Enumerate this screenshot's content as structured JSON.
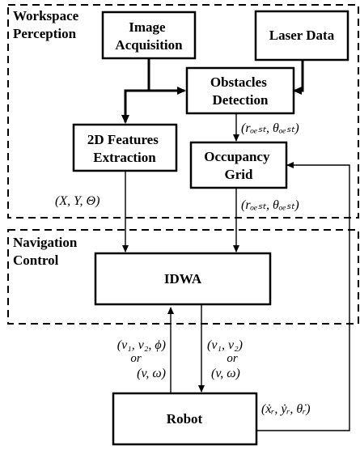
{
  "sections": {
    "perception": [
      "Workspace",
      "Perception"
    ],
    "navigation": [
      "Navigation",
      "Control"
    ]
  },
  "boxes": {
    "image_acquisition": [
      "Image",
      "Acquisition"
    ],
    "laser_data": [
      "Laser Data"
    ],
    "obstacles_detection": [
      "Obstacles",
      "Detection"
    ],
    "features_extraction": [
      "2D Features",
      "Extraction"
    ],
    "occupancy_grid": [
      "Occupancy",
      "Grid"
    ],
    "idwa": [
      "IDWA"
    ],
    "robot": [
      "Robot"
    ]
  },
  "labels": {
    "obst_top": "(rₒₑₛₜ, θₒₑₛₜ)",
    "xy_theta": "(X, Y, Θ)",
    "obst_bottom": "(rₒₑₛₜ, θₒₑₛₜ)",
    "left_cmd_1": "(v₁, v₂, ϕ)",
    "left_or": "or",
    "left_cmd_2": "(v, ω)",
    "right_cmd_1": "(v₁, v₂)",
    "right_or": "or",
    "right_cmd_2": "(v, ω)",
    "robot_state": "(ẋᵣ, ẏᵣ, θ̇ᵣ)"
  }
}
